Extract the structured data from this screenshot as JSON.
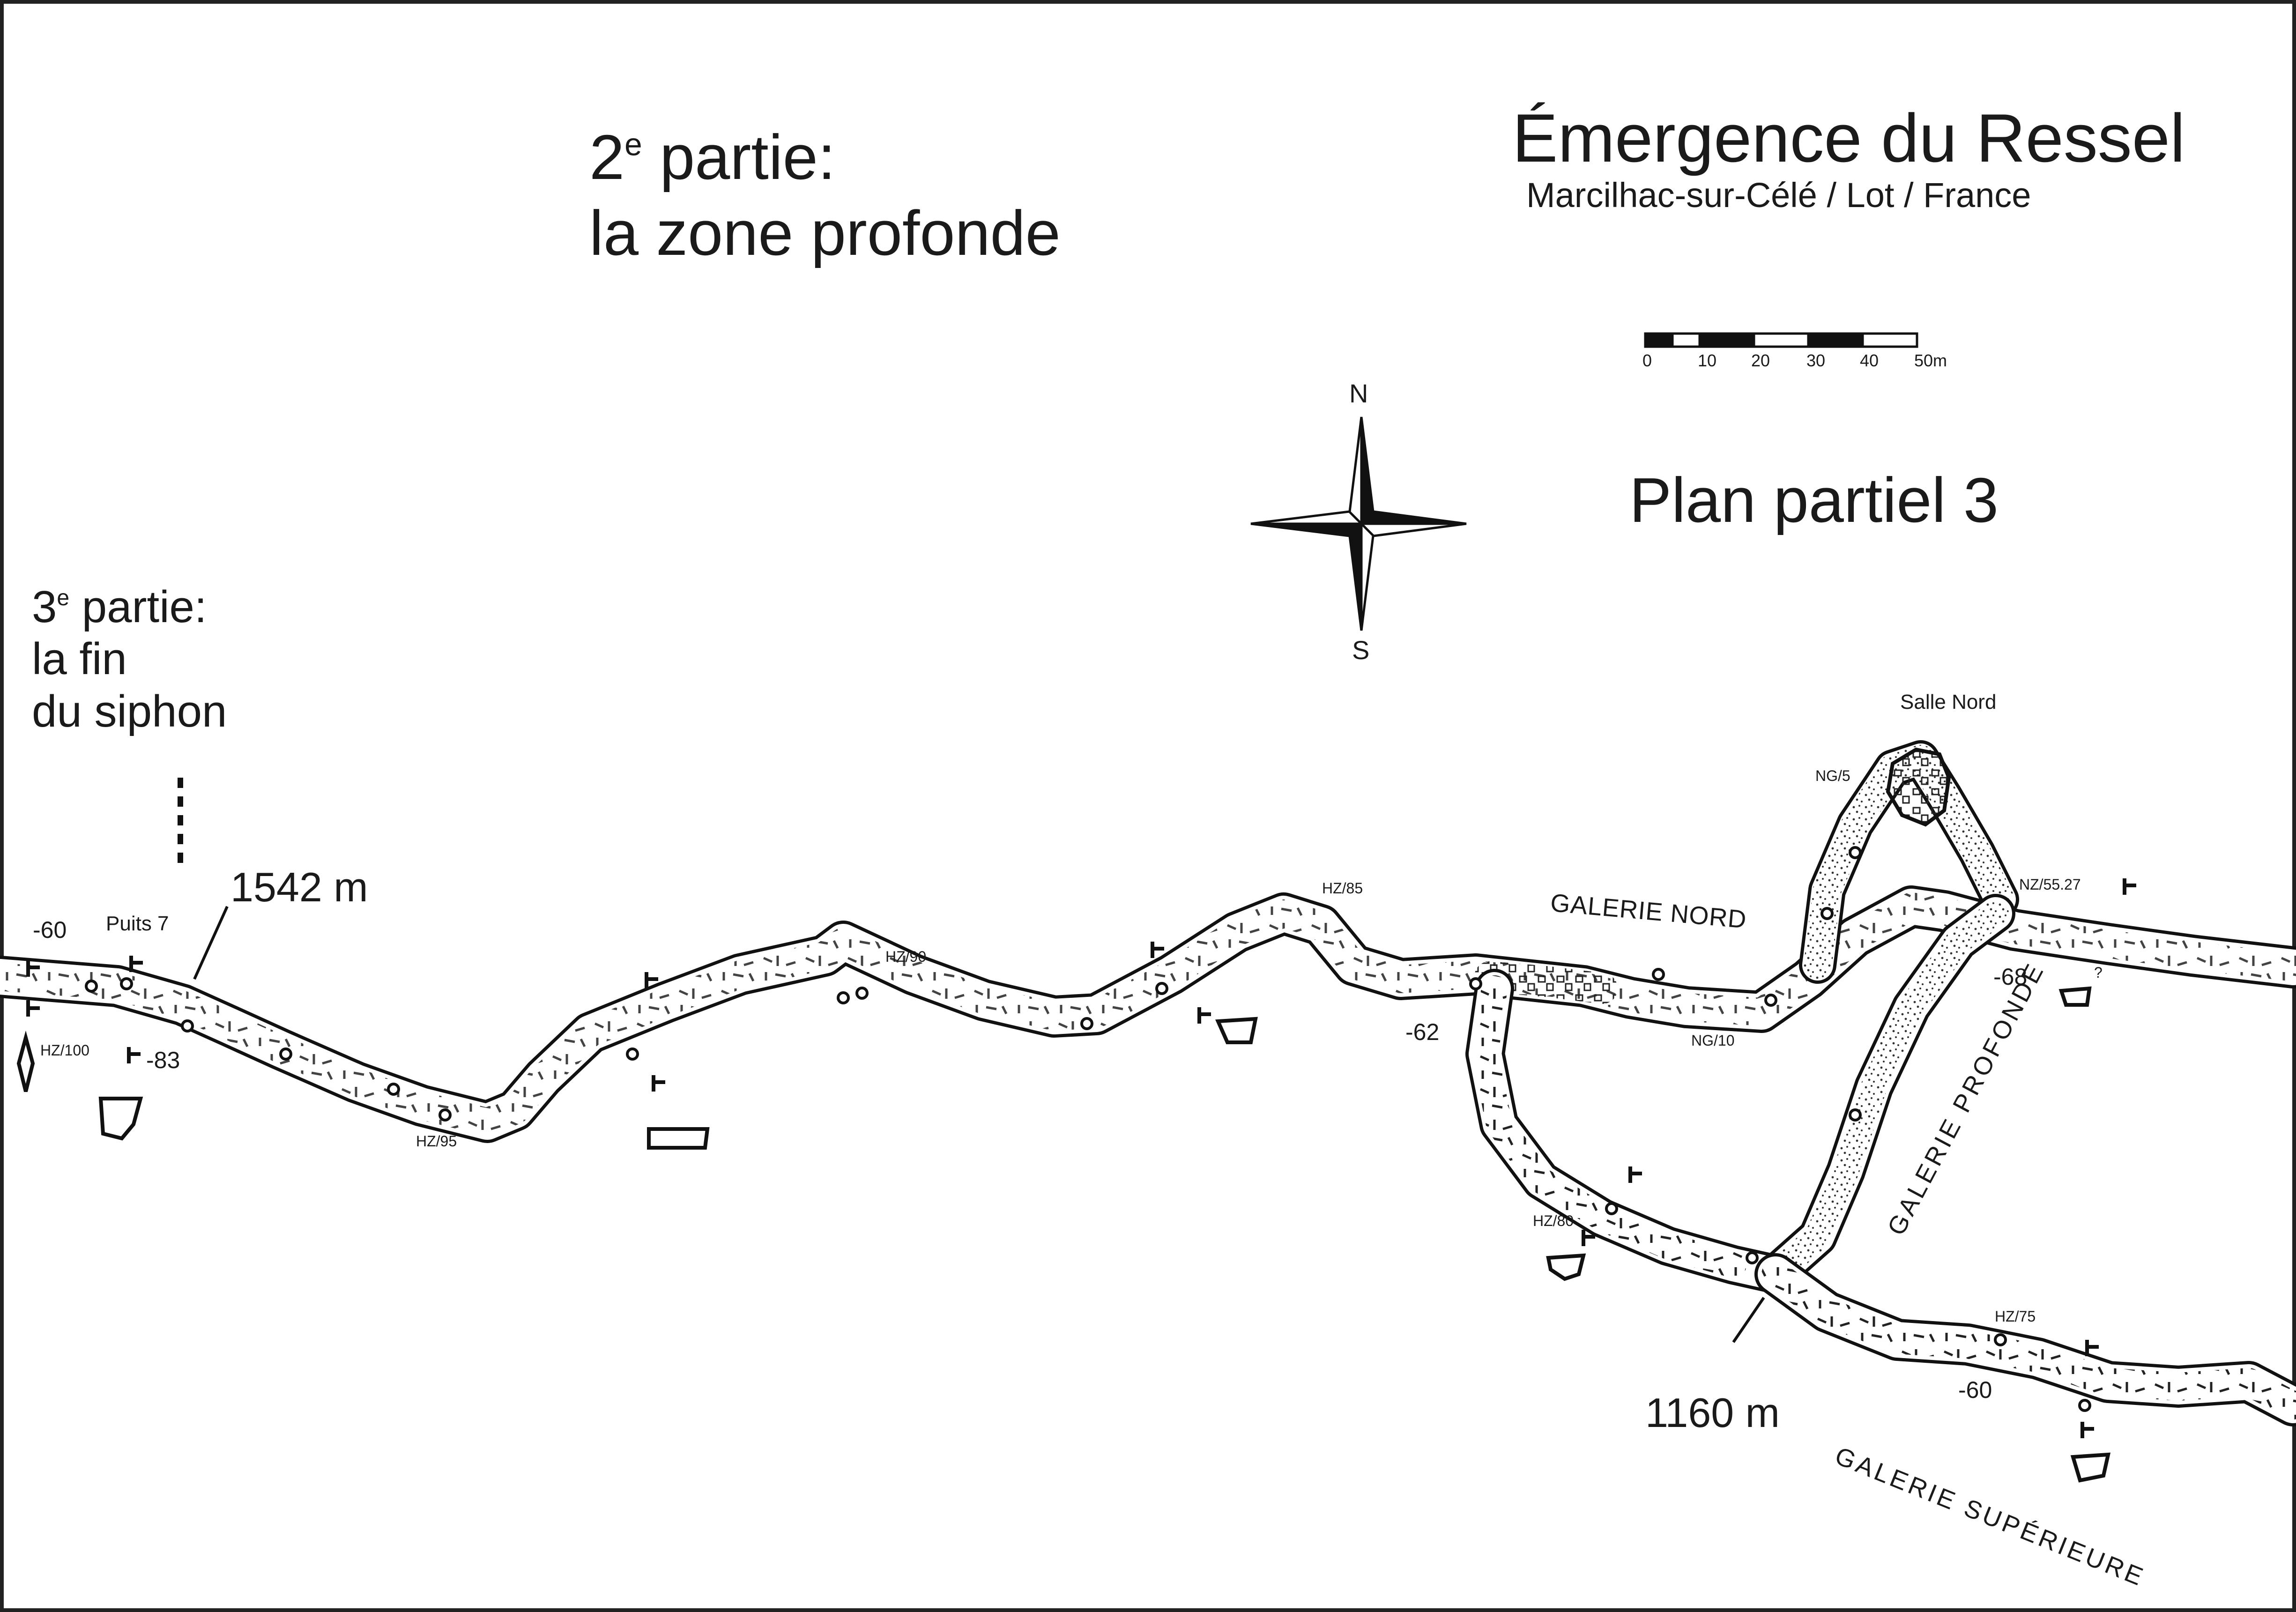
{
  "title": "Émergence du Ressel",
  "subtitle": "Marcilhac-sur-Célé / Lot / France",
  "plan_label": "Plan partiel 3",
  "section2": {
    "ordinal": "2",
    "ordinal_sup": "e",
    "line1_rest": " partie:",
    "line2": "la zone profonde"
  },
  "section3": {
    "ordinal": "3",
    "ordinal_sup": "e",
    "line1_rest": " partie:",
    "line2": "la fin",
    "line3": "du siphon"
  },
  "compass": {
    "north": "N",
    "south": "S"
  },
  "scale": {
    "ticks": [
      "0",
      "10",
      "20",
      "30",
      "40",
      "50m"
    ]
  },
  "distances": {
    "far": "1542 m",
    "near": "1160 m"
  },
  "depths": {
    "d60_left": "-60",
    "d83": "-83",
    "d62": "-62",
    "d68": "-68",
    "d60_right": "-60"
  },
  "features": {
    "puits": "Puits 7",
    "salle_nord": "Salle Nord"
  },
  "galleries": {
    "nord": "GALERIE NORD",
    "profonde": "GALERIE PROFONDE",
    "superieure": "GALERIE SUPÉRIEURE"
  },
  "stations": {
    "hz100": "HZ/100",
    "hz95": "HZ/95",
    "hz90": "HZ/90",
    "hz85": "HZ/85",
    "hz80": "HZ/80",
    "hz75": "HZ/75",
    "ng5": "NG/5",
    "ng10": "NG/10",
    "nz": "NZ/55.27"
  },
  "question_mark": "?"
}
